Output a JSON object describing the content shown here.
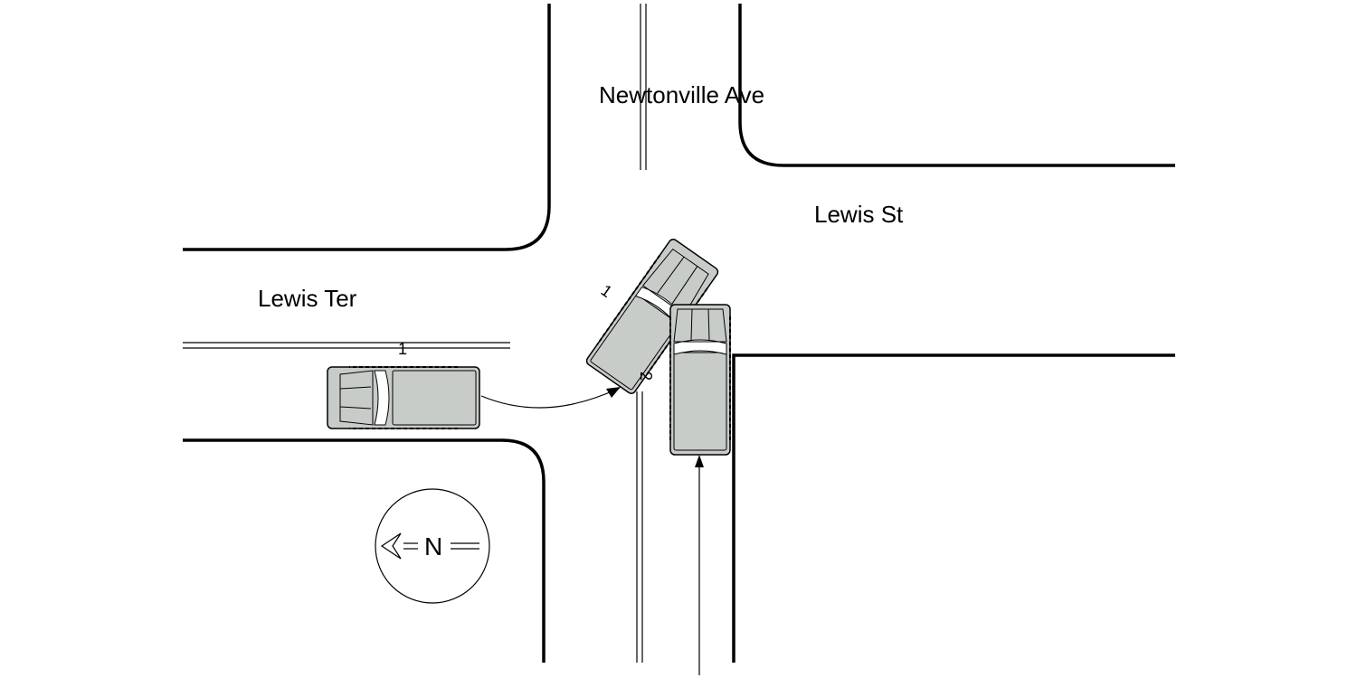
{
  "streets": {
    "north_south": "Newtonville Ave",
    "east": "Lewis St",
    "west": "Lewis Ter"
  },
  "north_arrow": {
    "letter": "N"
  },
  "vehicles": [
    {
      "number": "1",
      "icon": "pickup-truck-icon"
    },
    {
      "number": "2",
      "icon": "suv-icon"
    }
  ],
  "vehicle_labels": {
    "v1_start": "1",
    "v1_impact": "1",
    "v2_impact": "2"
  },
  "colors": {
    "vehicle_fill": "#c8ccc9",
    "line": "#000000",
    "background": "#ffffff"
  }
}
